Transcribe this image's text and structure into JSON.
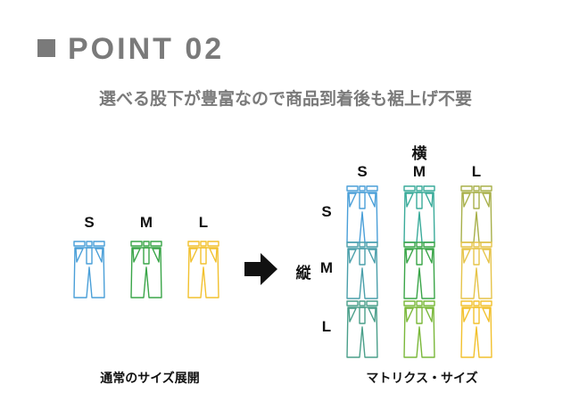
{
  "header": {
    "title": "POINT 02",
    "subtitle": "選べる股下が豊富なので商品到着後も裾上げ不要"
  },
  "left": {
    "sizes": [
      "S",
      "M",
      "L"
    ],
    "caption": "通常のサイズ展開",
    "colors": [
      "#4a9fd8",
      "#3aa548",
      "#f2c12e"
    ]
  },
  "right": {
    "horizontal_label": "横",
    "vertical_label": "縦",
    "columns": [
      "S",
      "M",
      "L"
    ],
    "rows": [
      "S",
      "M",
      "L"
    ],
    "caption": "マトリクス・サイズ",
    "colors": [
      [
        "#4a9fd8",
        "#3aab9a",
        "#a8b04a"
      ],
      [
        "#4a9faa",
        "#3aa548",
        "#e6c44a"
      ],
      [
        "#4a9f8a",
        "#7ab83a",
        "#f2c12e"
      ]
    ]
  },
  "icons": {
    "garment": "pants-icon",
    "arrow": "arrow-right-icon"
  }
}
